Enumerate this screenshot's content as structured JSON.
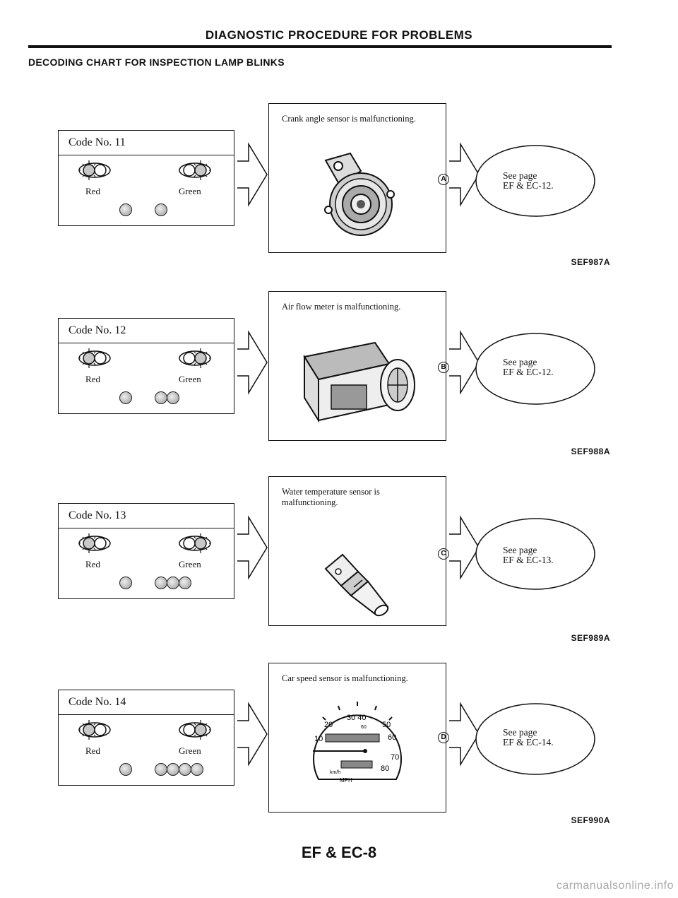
{
  "header": {
    "title": "DIAGNOSTIC PROCEDURE FOR PROBLEMS",
    "subtitle": "DECODING CHART FOR INSPECTION LAMP BLINKS"
  },
  "lamp_labels": {
    "red": "Red",
    "green": "Green"
  },
  "see_label": "See page",
  "sections": [
    {
      "code": "Code No. 11",
      "red_blinks": 1,
      "green_blinks": 1,
      "description": "Crank angle sensor is malfunctioning.",
      "part_icon": "crank-angle-sensor-icon",
      "marker": "A",
      "page": "EF & EC-12.",
      "figure": "SEF987A"
    },
    {
      "code": "Code No. 12",
      "red_blinks": 1,
      "green_blinks": 2,
      "description": "Air flow meter is malfunctioning.",
      "part_icon": "air-flow-meter-icon",
      "marker": "B",
      "page": "EF & EC-12.",
      "figure": "SEF988A"
    },
    {
      "code": "Code No. 13",
      "red_blinks": 1,
      "green_blinks": 3,
      "description": "Water temperature sensor is malfunctioning.",
      "part_icon": "water-temperature-sensor-icon",
      "marker": "C",
      "page": "EF & EC-13.",
      "figure": "SEF989A"
    },
    {
      "code": "Code No. 14",
      "red_blinks": 1,
      "green_blinks": 4,
      "description": "Car speed sensor is malfunctioning.",
      "part_icon": "speedometer-icon",
      "marker": "D",
      "page": "EF & EC-14.",
      "figure": "SEF990A"
    }
  ],
  "speedometer": {
    "top_numbers": "30 40",
    "left_numbers": "20",
    "right_numbers": "50",
    "left_lower": "10",
    "right_lower": "60",
    "right_bottom": "70",
    "far_right": "80",
    "inner_top": "60",
    "unit_kmh": "km/h",
    "unit_mph": "MPH"
  },
  "footer": {
    "page_number": "EF & EC-8"
  },
  "watermark": "carmanualsonline.info"
}
